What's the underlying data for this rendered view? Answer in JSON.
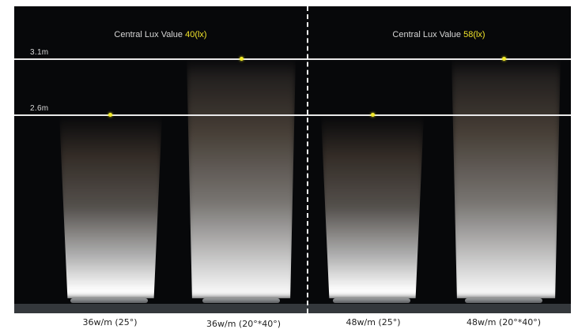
{
  "panels": [
    {
      "lux_label": "Central Lux Value",
      "lux_value": "40(lx)"
    },
    {
      "lux_label": "Central Lux Value",
      "lux_value": "58(lx)"
    }
  ],
  "mounting_heights": [
    "3.1m",
    "2.6m"
  ],
  "captions": [
    "36w/m (25°)",
    "36w/m (20°*40°)",
    "48w/m (25°)",
    "48w/m (20°*40°)"
  ],
  "colors": {
    "background": "#07080a",
    "accent": "#f2ea2a",
    "line": "#e9e9e9"
  }
}
